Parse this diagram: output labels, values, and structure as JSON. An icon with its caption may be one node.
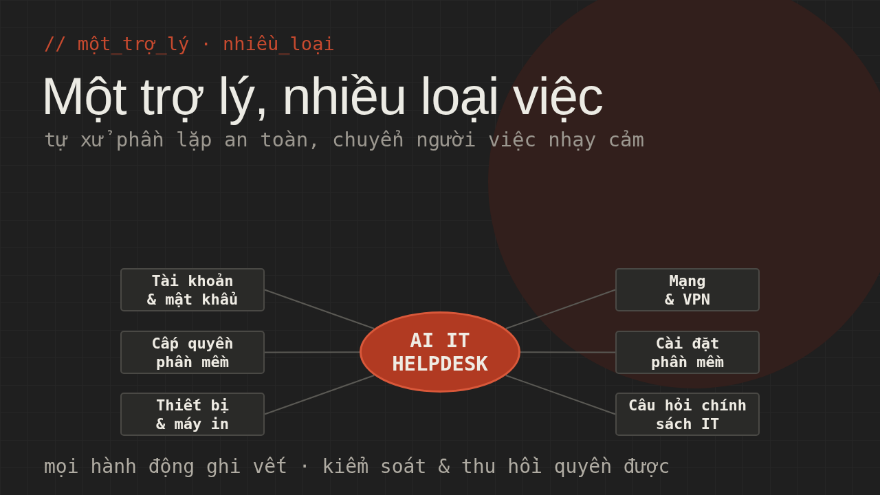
{
  "diagram": {
    "title": "Một trợ lý, nhiều loại việc",
    "nodes": [
      {
        "text": [
          "AI IT HELPDESK"
        ]
      },
      {
        "text": [
          "Tài khoản & mật khẩu"
        ]
      },
      {
        "text": [
          "Cấp quyền phần mềm"
        ]
      },
      {
        "text": [
          "Thiết bị & máy in"
        ]
      },
      {
        "text": [
          "Mạng & VPN"
        ]
      },
      {
        "text": [
          "Cài đặt phần mềm"
        ]
      },
      {
        "text": [
          "Câu hỏi chính sách IT"
        ]
      }
    ],
    "edges": [
      {
        "from": 0,
        "to": 1,
        "arrow": "none"
      },
      {
        "from": 0,
        "to": 2,
        "arrow": "none"
      },
      {
        "from": 0,
        "to": 3,
        "arrow": "none"
      },
      {
        "from": 0,
        "to": 4,
        "arrow": "none"
      },
      {
        "from": 0,
        "to": 5,
        "arrow": "none"
      },
      {
        "from": 0,
        "to": 6,
        "arrow": "none"
      }
    ],
    "labels": [
      "// một_trợ_lý · nhiều_loại",
      "tự xử phần lặp an toàn, chuyển người việc nhạy cảm",
      "mọi hành động ghi vết · kiểm soát & thu hồi quyền được"
    ]
  }
}
